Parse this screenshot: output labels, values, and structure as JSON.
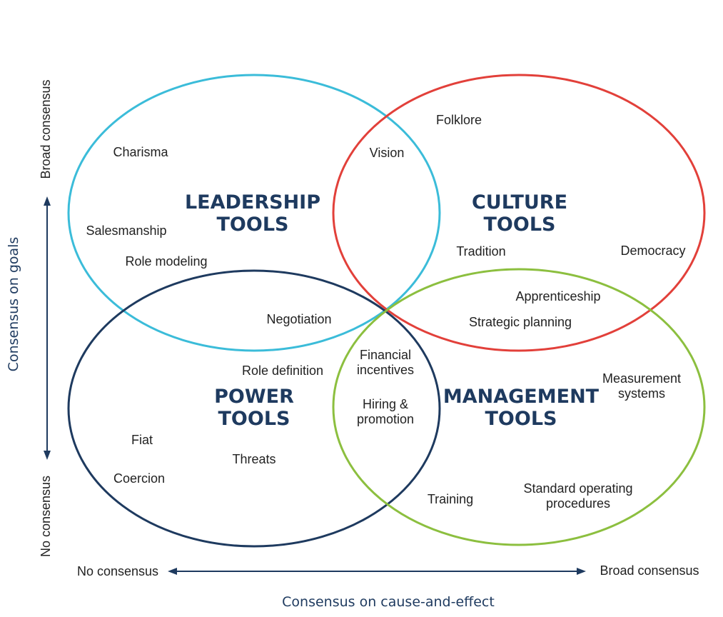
{
  "colors": {
    "leadership": "#3bbcd9",
    "culture": "#e2403a",
    "power": "#1e3a5f",
    "management": "#8cbf3f",
    "axis": "#1e3a5f"
  },
  "sets": {
    "leadership": {
      "title_line1": "LEADERSHIP",
      "title_line2": "TOOLS"
    },
    "culture": {
      "title_line1": "CULTURE",
      "title_line2": "TOOLS"
    },
    "power": {
      "title_line1": "POWER",
      "title_line2": "TOOLS"
    },
    "management": {
      "title_line1": "MANAGEMENT",
      "title_line2": "TOOLS"
    }
  },
  "items": {
    "charisma": "Charisma",
    "salesmanship": "Salesmanship",
    "role_modeling": "Role modeling",
    "vision": "Vision",
    "folklore": "Folklore",
    "tradition": "Tradition",
    "democracy": "Democracy",
    "negotiation": "Negotiation",
    "apprenticeship": "Apprenticeship",
    "strategic_planning": "Strategic planning",
    "role_definition": "Role definition",
    "financial_line1": "Financial",
    "financial_line2": "incentives",
    "hiring_line1": "Hiring &",
    "hiring_line2": "promotion",
    "measurement_line1": "Measurement",
    "measurement_line2": "systems",
    "fiat": "Fiat",
    "threats": "Threats",
    "coercion": "Coercion",
    "training": "Training",
    "sop_line1": "Standard operating",
    "sop_line2": "procedures"
  },
  "axes": {
    "y_label": "Consensus on goals",
    "y_top": "Broad consensus",
    "y_bottom": "No consensus",
    "x_label": "Consensus on cause-and-effect",
    "x_left": "No consensus",
    "x_right": "Broad consensus"
  }
}
